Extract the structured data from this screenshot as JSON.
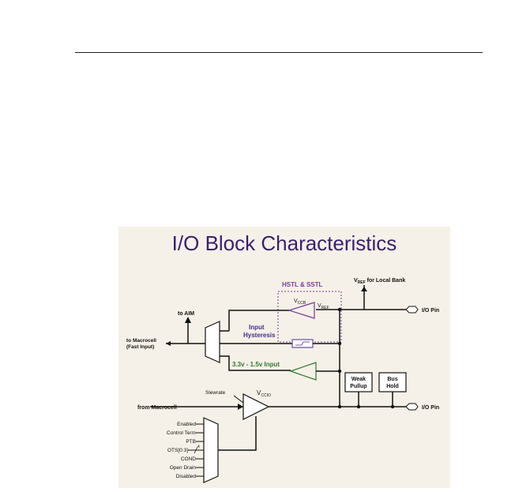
{
  "slide": {
    "title": "I/O Block Characteristics",
    "hstl_box_label": "HSTL & SSTL",
    "vref_label": {
      "main": "V",
      "sub": "REF",
      "tail": " for Local Bank"
    },
    "vccb_label": {
      "main": "V",
      "sub": "CCB"
    },
    "vref_small": {
      "main": "V",
      "sub": "REF"
    },
    "io_pin_top": "I/O Pin",
    "io_pin_bottom": "I/O Pin",
    "to_aim": "to AIM",
    "to_macrocell_1": "to Macrocell",
    "to_macrocell_2": "(Fast Input)",
    "input_hysteresis_1": "Input",
    "input_hysteresis_2": "Hysteresis",
    "input_range": "3.3v - 1.5v Input",
    "weak_pullup_1": "Weak",
    "weak_pullup_2": "Pullup",
    "bus_hold_1": "Bus",
    "bus_hold_2": "Hold",
    "slewrate": "Slewrate",
    "vccio_label": {
      "main": "V",
      "sub": "CCIO"
    },
    "from_macrocell": "from Macrocell",
    "oe_inputs": [
      "Enabled",
      "Control Term",
      "PTB",
      "OTS[0:3]",
      "COND",
      "Open Drain",
      "Disabled"
    ],
    "bus_width": "4"
  },
  "colors": {
    "title": "#3a1f6e",
    "hstl": "#7a3a9a",
    "hysteresis": "#4a2a8a",
    "input_range": "#2f7a2f",
    "line": "#111111",
    "background": "#f5f1e8"
  }
}
